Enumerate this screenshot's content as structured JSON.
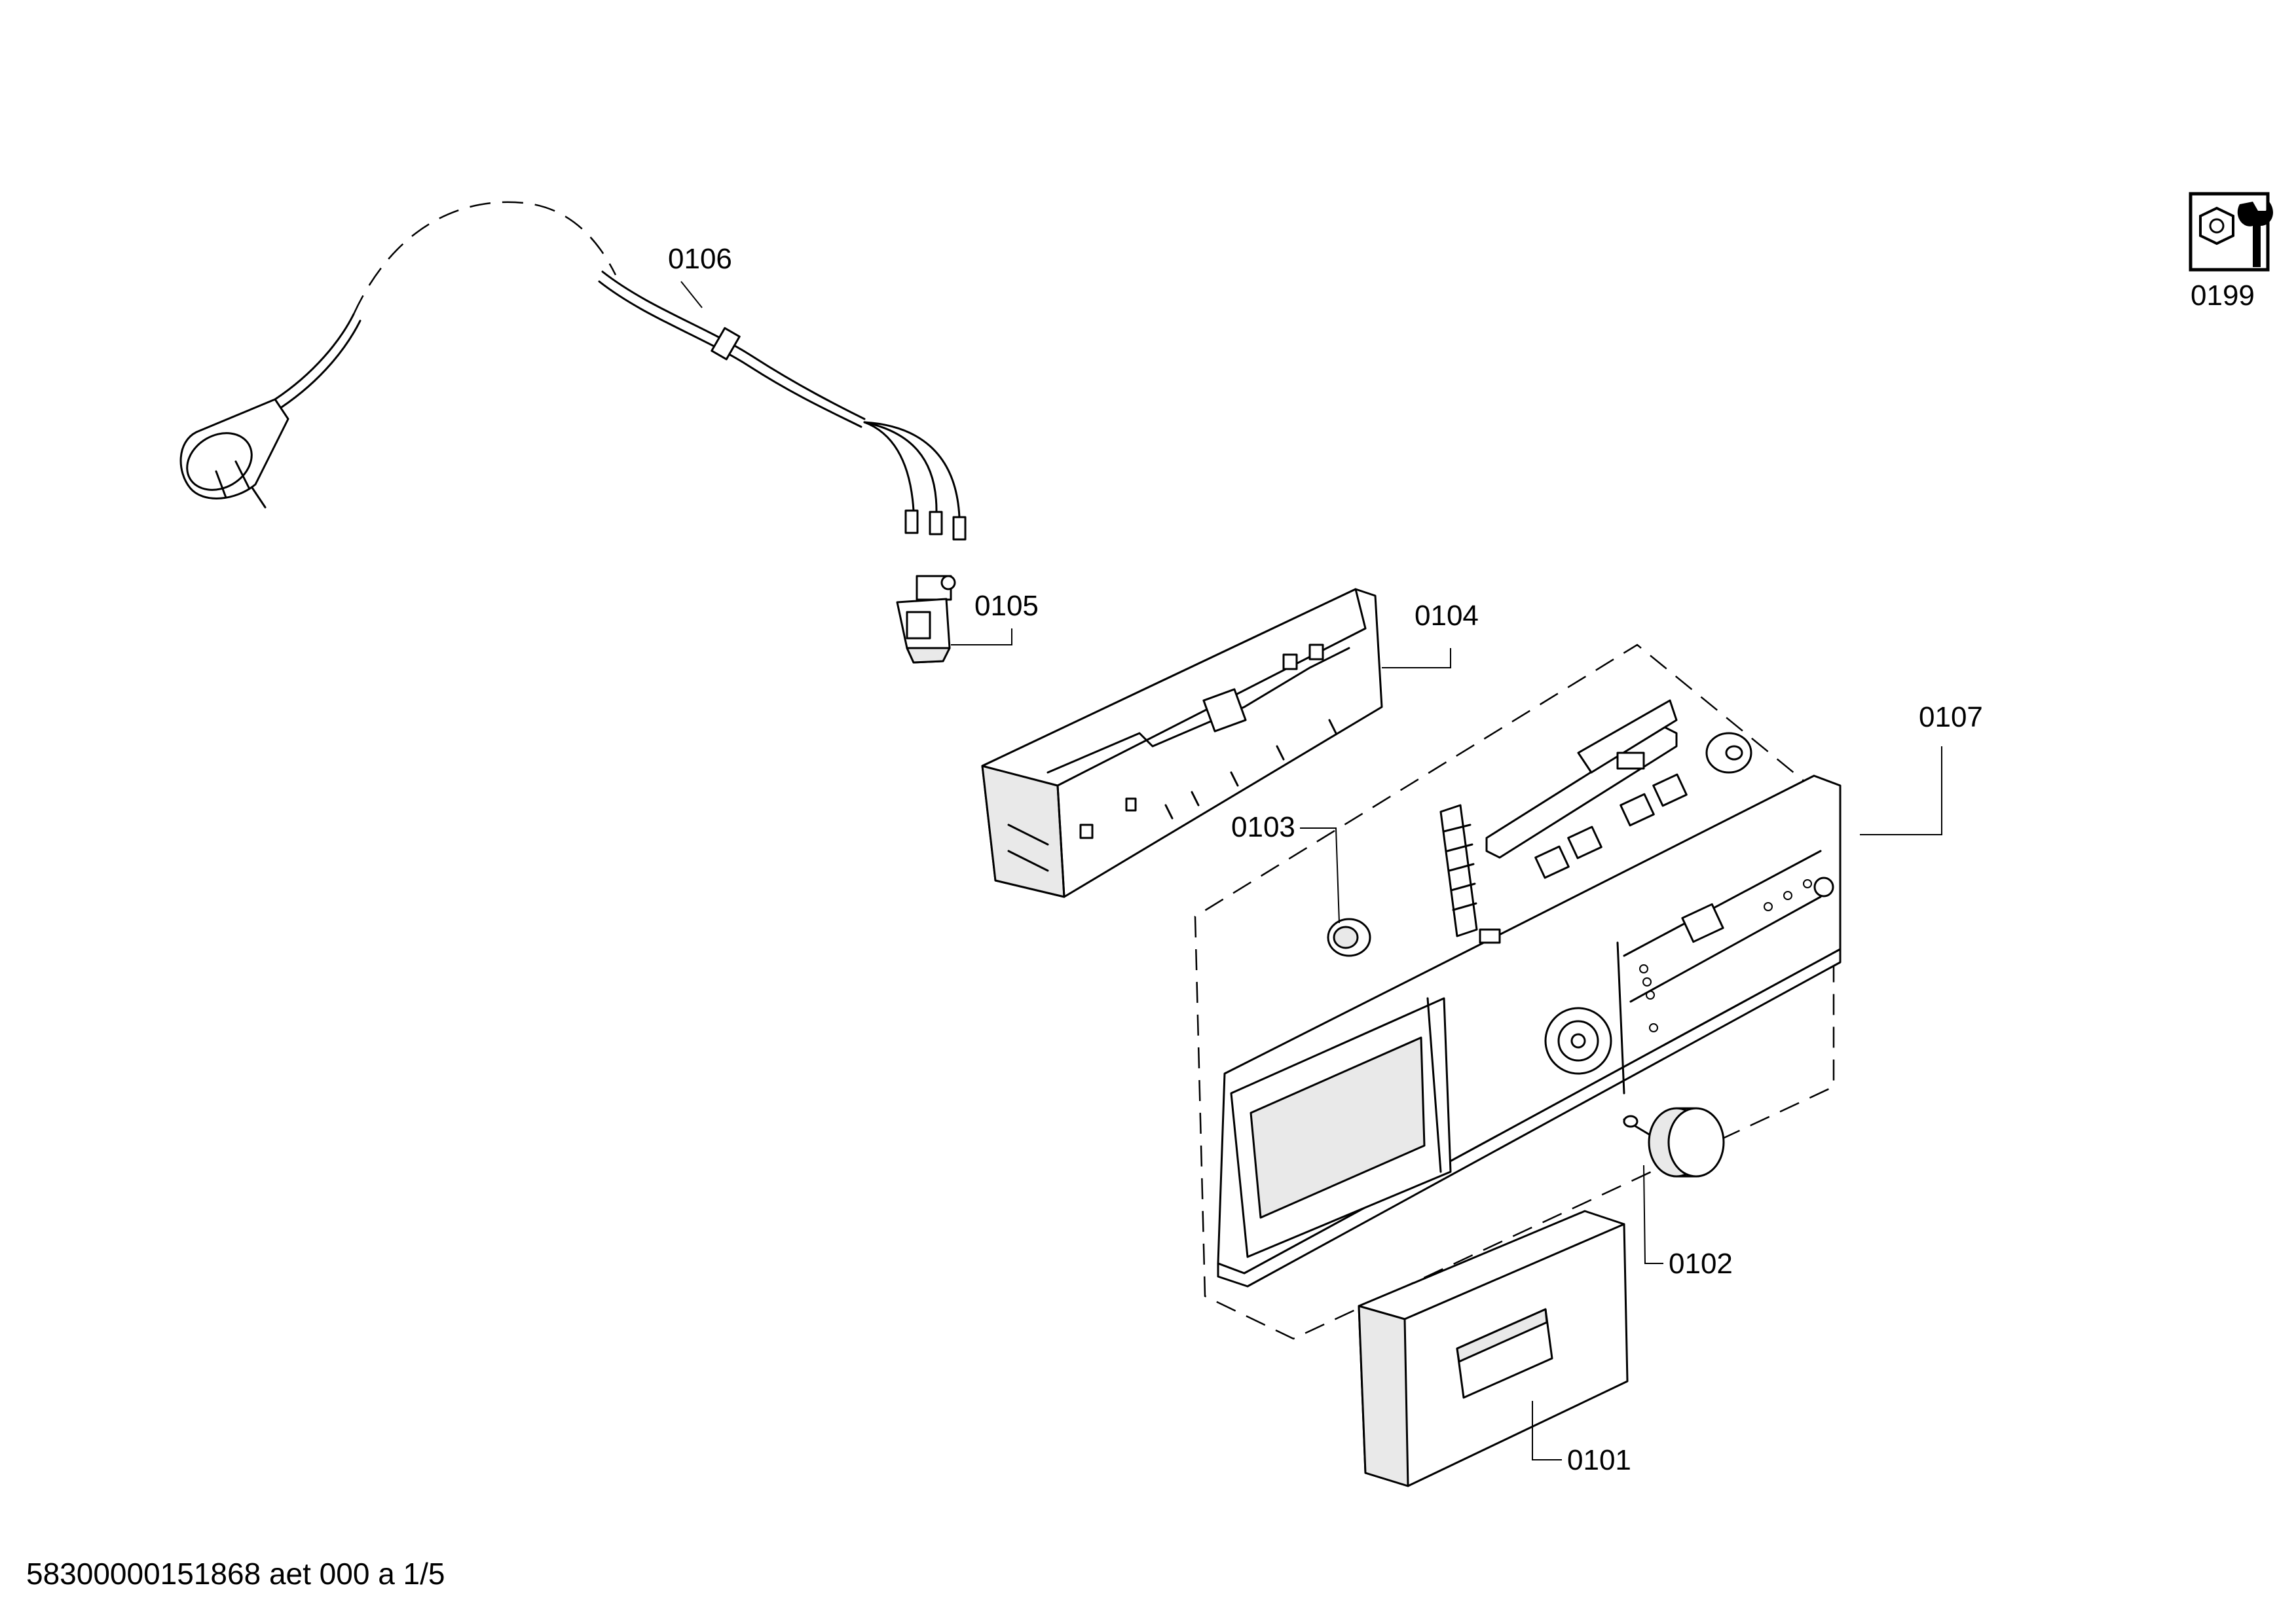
{
  "labels": {
    "p0101": "0101",
    "p0102": "0102",
    "p0103": "0103",
    "p0104": "0104",
    "p0105": "0105",
    "p0106": "0106",
    "p0107": "0107",
    "p0199": "0199"
  },
  "footer": "58300000151868 aet 000 a 1/5",
  "icons": {
    "service_tool": "wrench-nut-icon"
  }
}
